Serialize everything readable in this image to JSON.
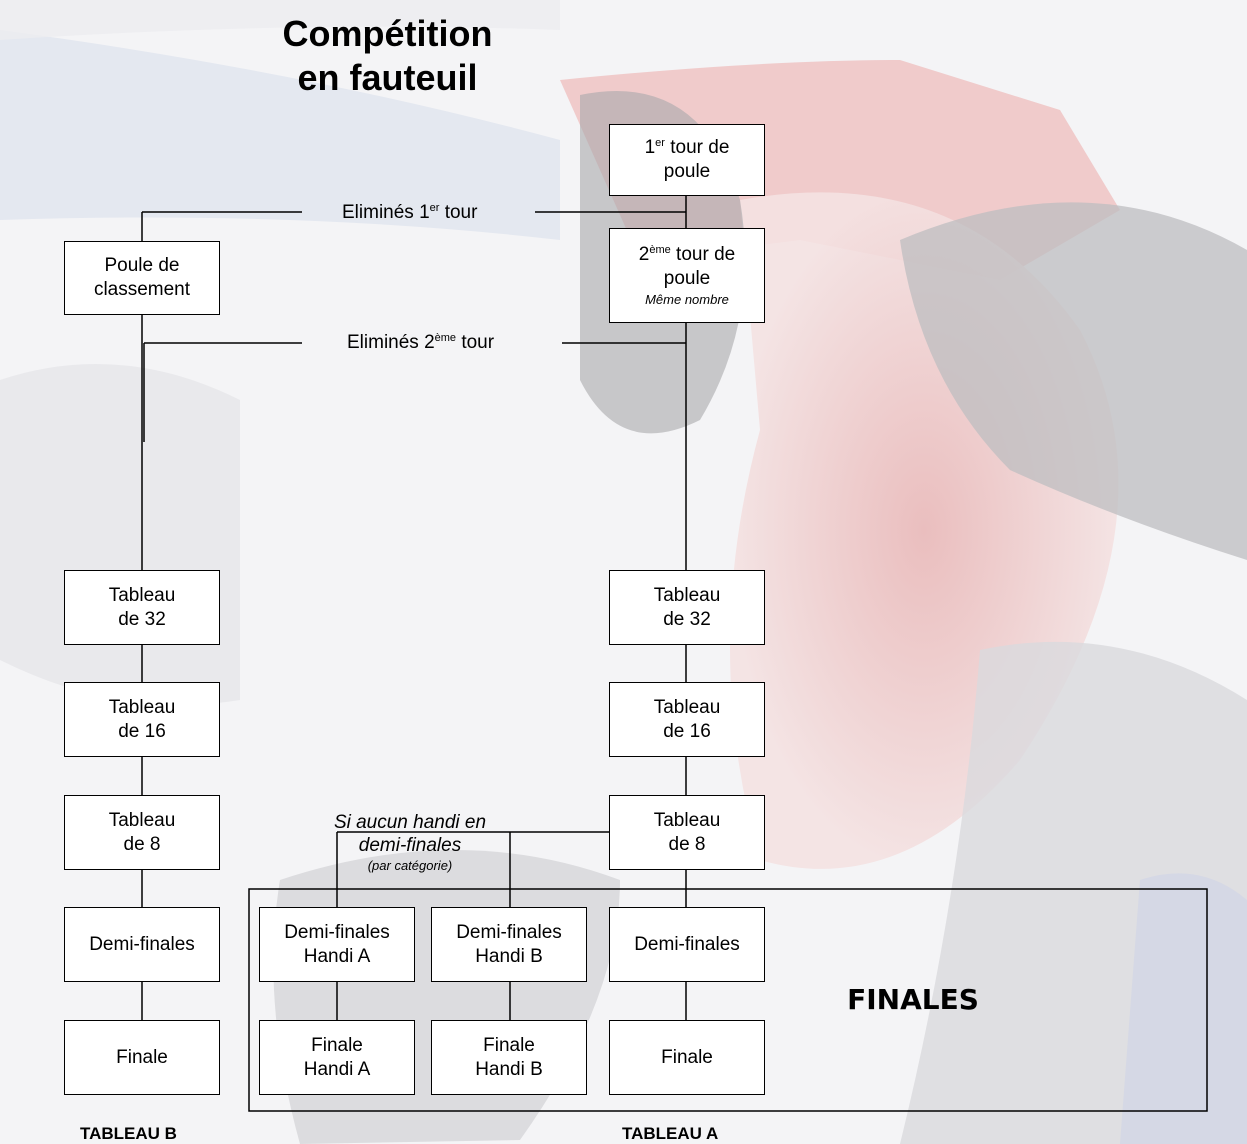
{
  "title": {
    "line1": "Compétition",
    "line2": "en fauteuil"
  },
  "connector_labels": {
    "elimine_1": {
      "text": "Eliminés 1",
      "sup": "er",
      "after": " tour"
    },
    "elimine_2": {
      "text": "Eliminés 2",
      "sup": "ème",
      "after": " tour"
    }
  },
  "condition": {
    "line1": "Si aucun handi en",
    "line2": "demi-finales",
    "line3": "(par catégorie)"
  },
  "boxes": {
    "tour1": {
      "pre": "1",
      "sup": "er",
      "post": " tour de",
      "line2": "poule"
    },
    "tour2": {
      "pre": "2",
      "sup": "ème",
      "post": " tour de",
      "line2": "poule",
      "note": "Même nombre"
    },
    "classement": {
      "line1": "Poule de",
      "line2": "classement"
    },
    "b_t32": {
      "line1": "Tableau",
      "line2": "de 32"
    },
    "b_t16": {
      "line1": "Tableau",
      "line2": "de 16"
    },
    "b_t8": {
      "line1": "Tableau",
      "line2": "de 8"
    },
    "b_demi": {
      "line1": "Demi-finales"
    },
    "b_finale": {
      "line1": "Finale"
    },
    "a_t32": {
      "line1": "Tableau",
      "line2": "de 32"
    },
    "a_t16": {
      "line1": "Tableau",
      "line2": "de 16"
    },
    "a_t8": {
      "line1": "Tableau",
      "line2": "de 8"
    },
    "a_demi": {
      "line1": "Demi-finales"
    },
    "a_finale": {
      "line1": "Finale"
    },
    "demi_handi_a": {
      "line1": "Demi-finales",
      "line2": "Handi A"
    },
    "demi_handi_b": {
      "line1": "Demi-finales",
      "line2": "Handi B"
    },
    "finale_handi_a": {
      "line1": "Finale",
      "line2": "Handi A"
    },
    "finale_handi_b": {
      "line1": "Finale",
      "line2": "Handi B"
    }
  },
  "finales_label": "FINALES",
  "captions": {
    "tableau_b": "TABLEAU B",
    "tableau_a": "TABLEAU A"
  }
}
